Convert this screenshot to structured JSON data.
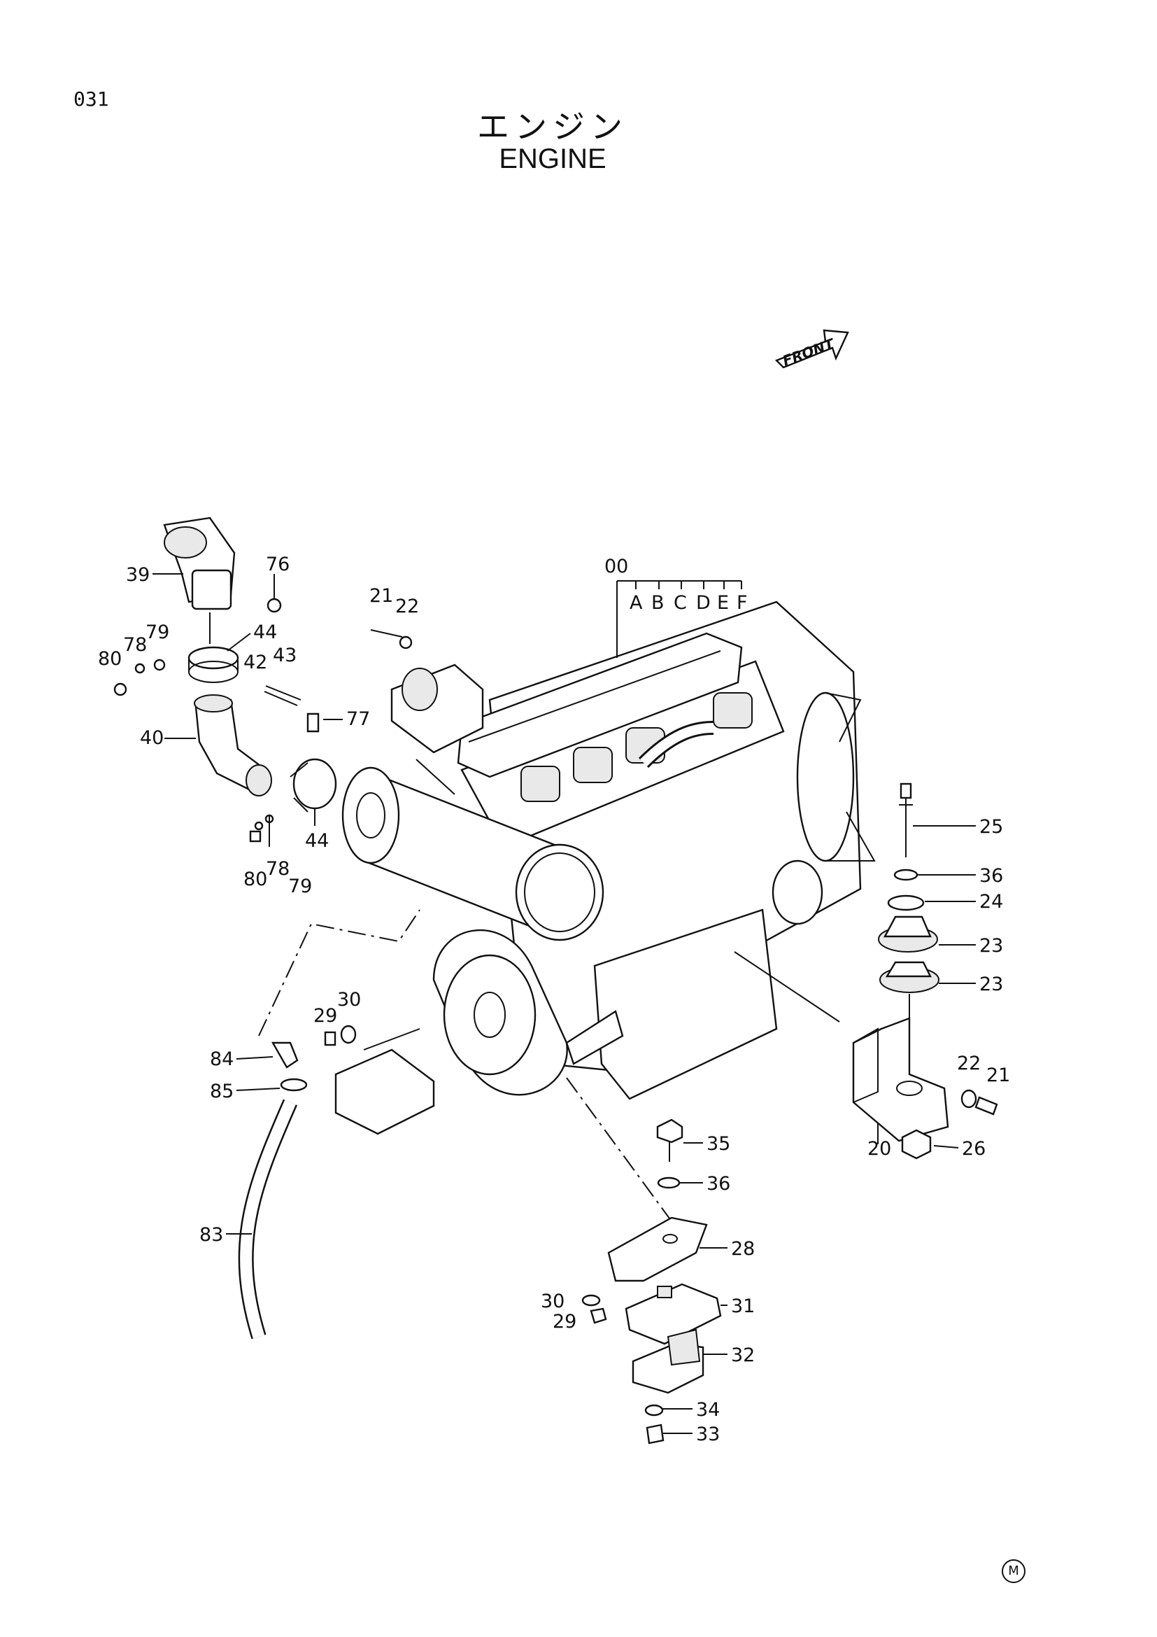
{
  "header": {
    "page_number": "031",
    "title_jp": "エンジン",
    "title_en": "ENGINE",
    "front_label": "FRONT",
    "footer_mark": "M"
  },
  "main_assembly": {
    "label": "00",
    "variants": [
      "A",
      "B",
      "C",
      "D",
      "E",
      "F"
    ]
  },
  "callouts": [
    {
      "id": "c39",
      "text": "39"
    },
    {
      "id": "c76",
      "text": "76"
    },
    {
      "id": "c79a",
      "text": "79"
    },
    {
      "id": "c78a",
      "text": "78"
    },
    {
      "id": "c80a",
      "text": "80"
    },
    {
      "id": "c44a",
      "text": "44"
    },
    {
      "id": "c42",
      "text": "42"
    },
    {
      "id": "c43",
      "text": "43"
    },
    {
      "id": "c40",
      "text": "40"
    },
    {
      "id": "c77",
      "text": "77"
    },
    {
      "id": "c44b",
      "text": "44"
    },
    {
      "id": "c80b",
      "text": "80"
    },
    {
      "id": "c78b",
      "text": "78"
    },
    {
      "id": "c79b",
      "text": "79"
    },
    {
      "id": "c21a",
      "text": "21"
    },
    {
      "id": "c22a",
      "text": "22"
    },
    {
      "id": "c25",
      "text": "25"
    },
    {
      "id": "c36a",
      "text": "36"
    },
    {
      "id": "c24",
      "text": "24"
    },
    {
      "id": "c23a",
      "text": "23"
    },
    {
      "id": "c23b",
      "text": "23"
    },
    {
      "id": "c22b",
      "text": "22"
    },
    {
      "id": "c21b",
      "text": "21"
    },
    {
      "id": "c20",
      "text": "20"
    },
    {
      "id": "c26",
      "text": "26"
    },
    {
      "id": "c30a",
      "text": "30"
    },
    {
      "id": "c29a",
      "text": "29"
    },
    {
      "id": "c84",
      "text": "84"
    },
    {
      "id": "c85",
      "text": "85"
    },
    {
      "id": "c83",
      "text": "83"
    },
    {
      "id": "c35",
      "text": "35"
    },
    {
      "id": "c36b",
      "text": "36"
    },
    {
      "id": "c28",
      "text": "28"
    },
    {
      "id": "c30b",
      "text": "30"
    },
    {
      "id": "c29b",
      "text": "29"
    },
    {
      "id": "c31",
      "text": "31"
    },
    {
      "id": "c32",
      "text": "32"
    },
    {
      "id": "c34",
      "text": "34"
    },
    {
      "id": "c33",
      "text": "33"
    }
  ]
}
